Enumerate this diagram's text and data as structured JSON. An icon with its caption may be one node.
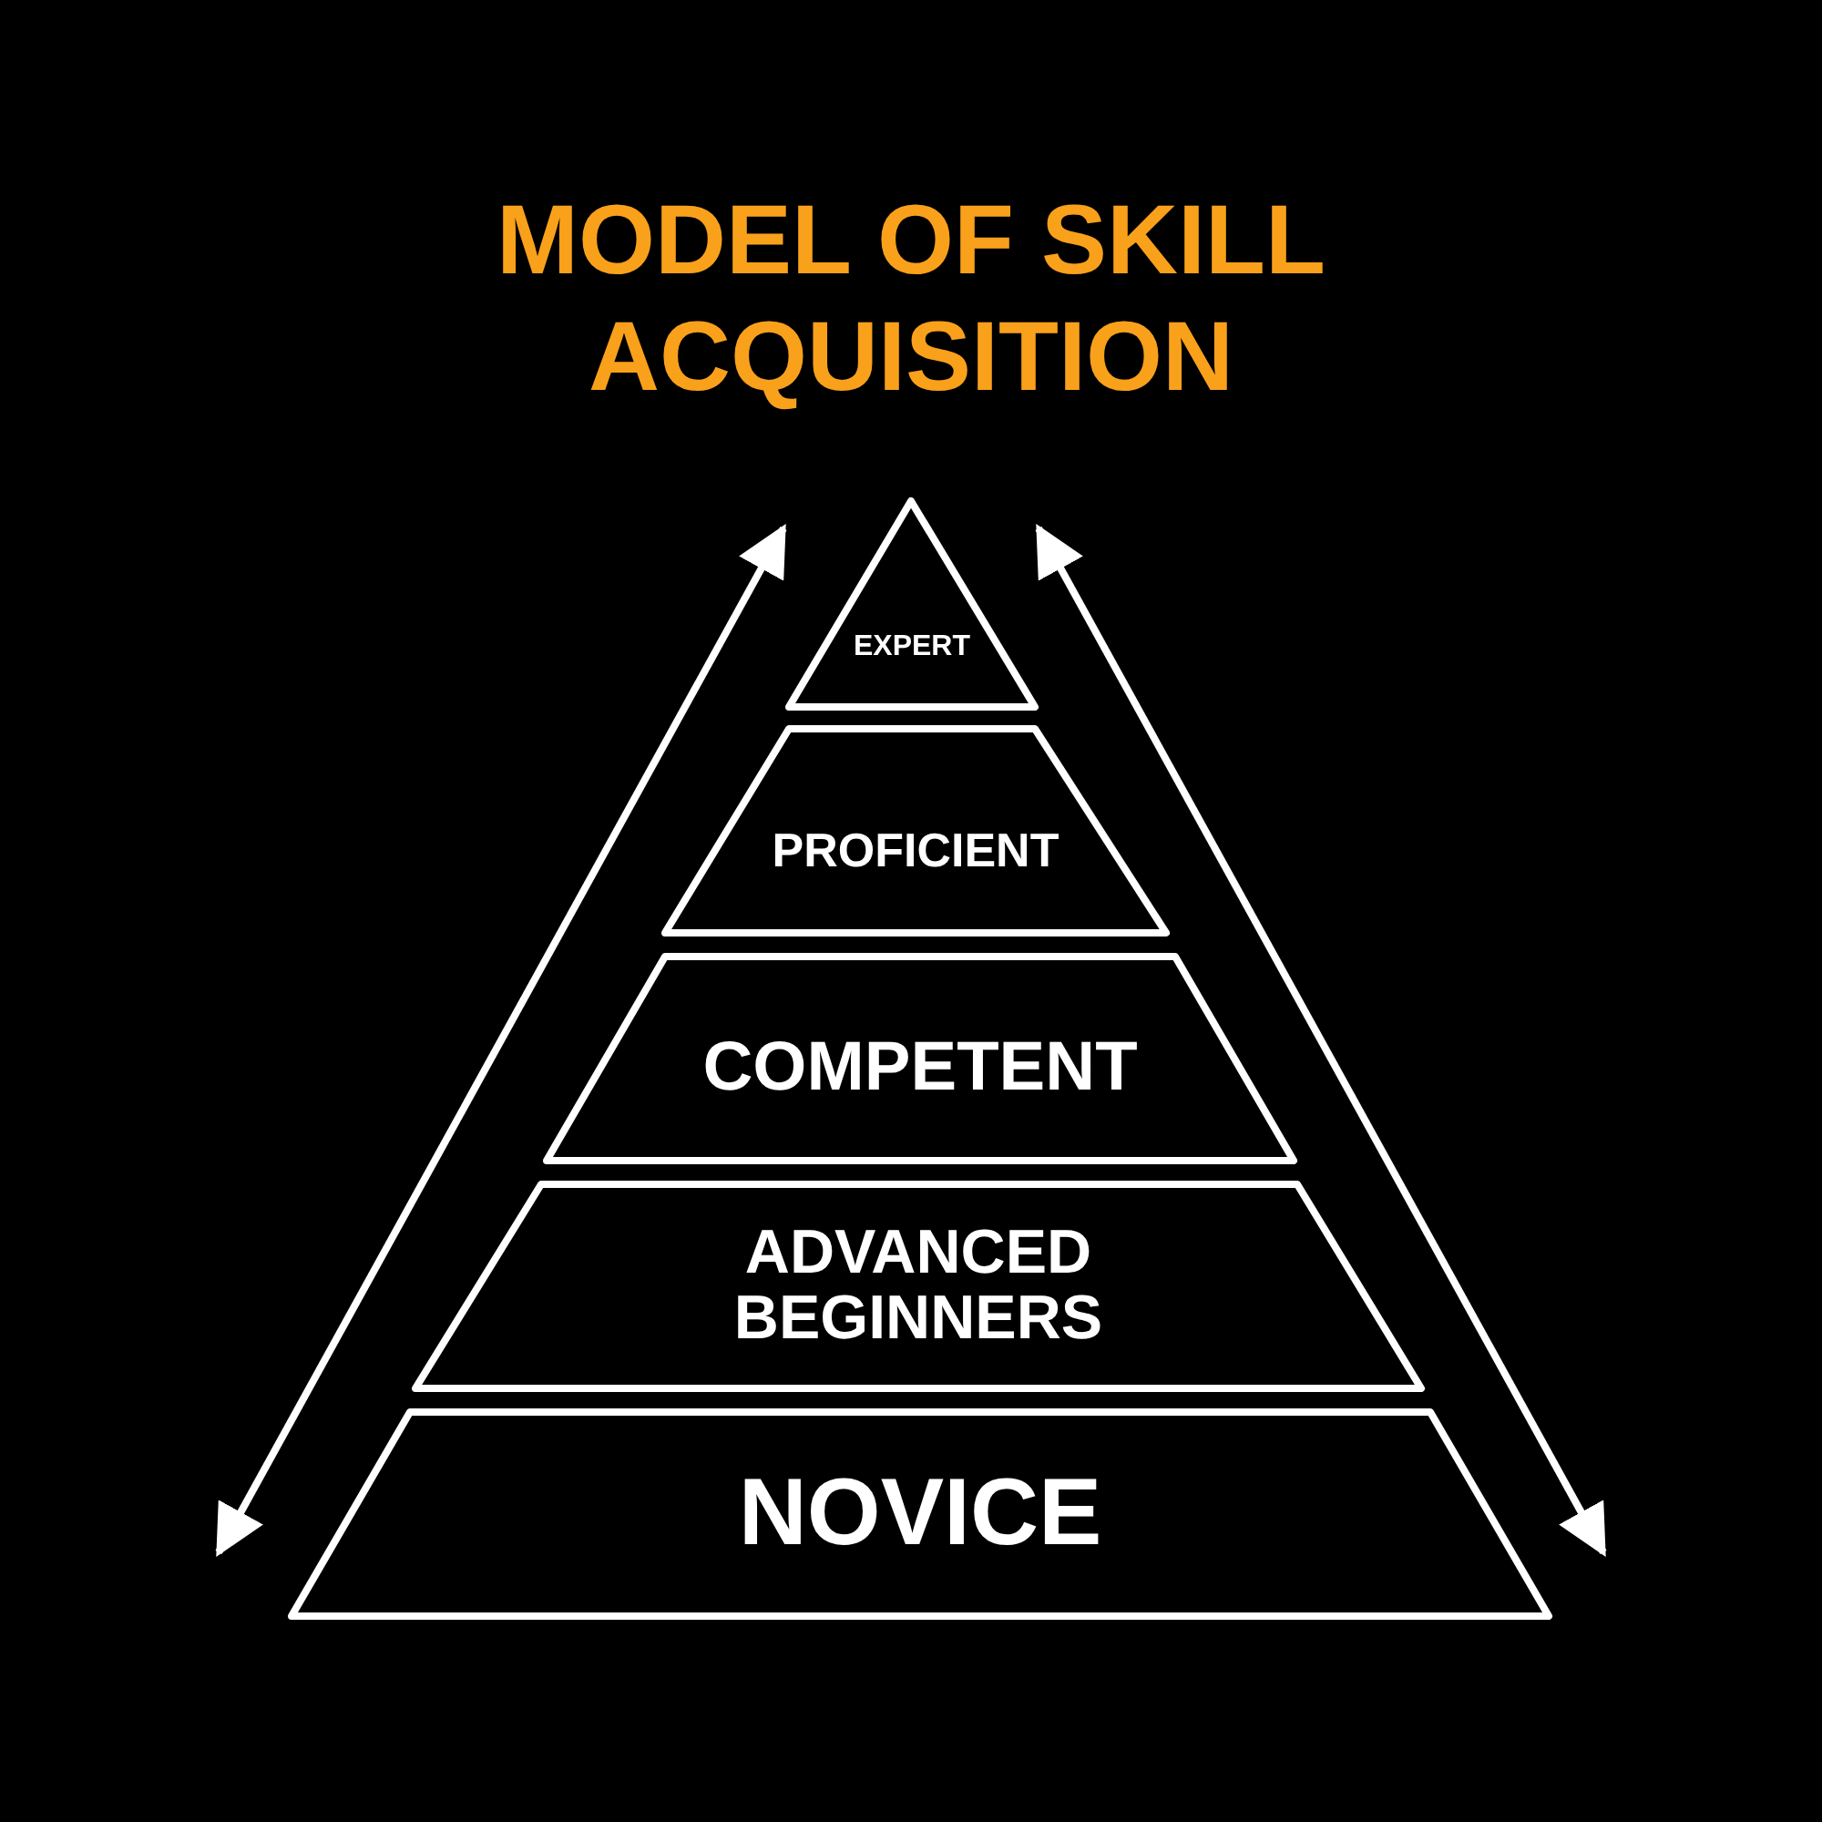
{
  "diagram": {
    "title": "MODEL OF SKILL ACQUISITION",
    "nodes": [
      {
        "text": [
          "EXPERT"
        ]
      },
      {
        "text": [
          "PROFICIENT"
        ]
      },
      {
        "text": [
          "COMPETENT"
        ]
      },
      {
        "text": [
          "ADVANCED BEGINNERS"
        ]
      },
      {
        "text": [
          "NOVICE"
        ]
      }
    ]
  }
}
